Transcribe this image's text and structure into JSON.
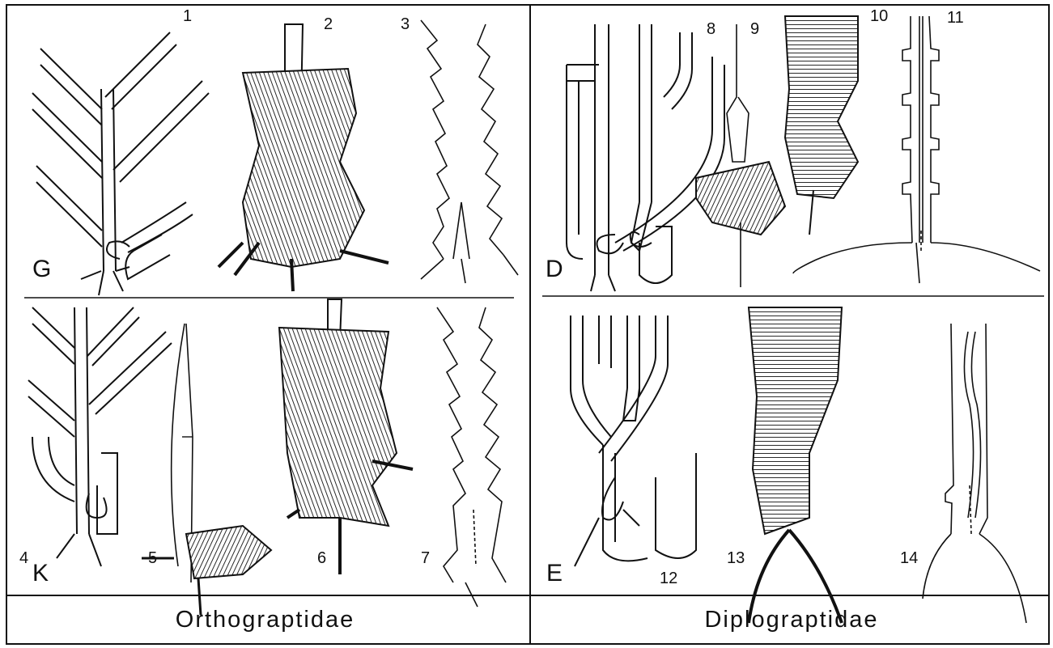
{
  "panels": {
    "orthograptidae": {
      "family_label": "Orthograptidae",
      "top_letter": "G",
      "bottom_letter": "K",
      "figure_numbers": [
        "1",
        "2",
        "3",
        "4",
        "5",
        "6",
        "7"
      ]
    },
    "diplograptidae": {
      "family_label": "Diplograptidae",
      "top_letter": "D",
      "bottom_letter": "E",
      "figure_numbers": [
        "8",
        "9",
        "10",
        "11",
        "12",
        "13",
        "14"
      ]
    }
  },
  "colors": {
    "ink": "#111111",
    "paper": "#ffffff"
  }
}
